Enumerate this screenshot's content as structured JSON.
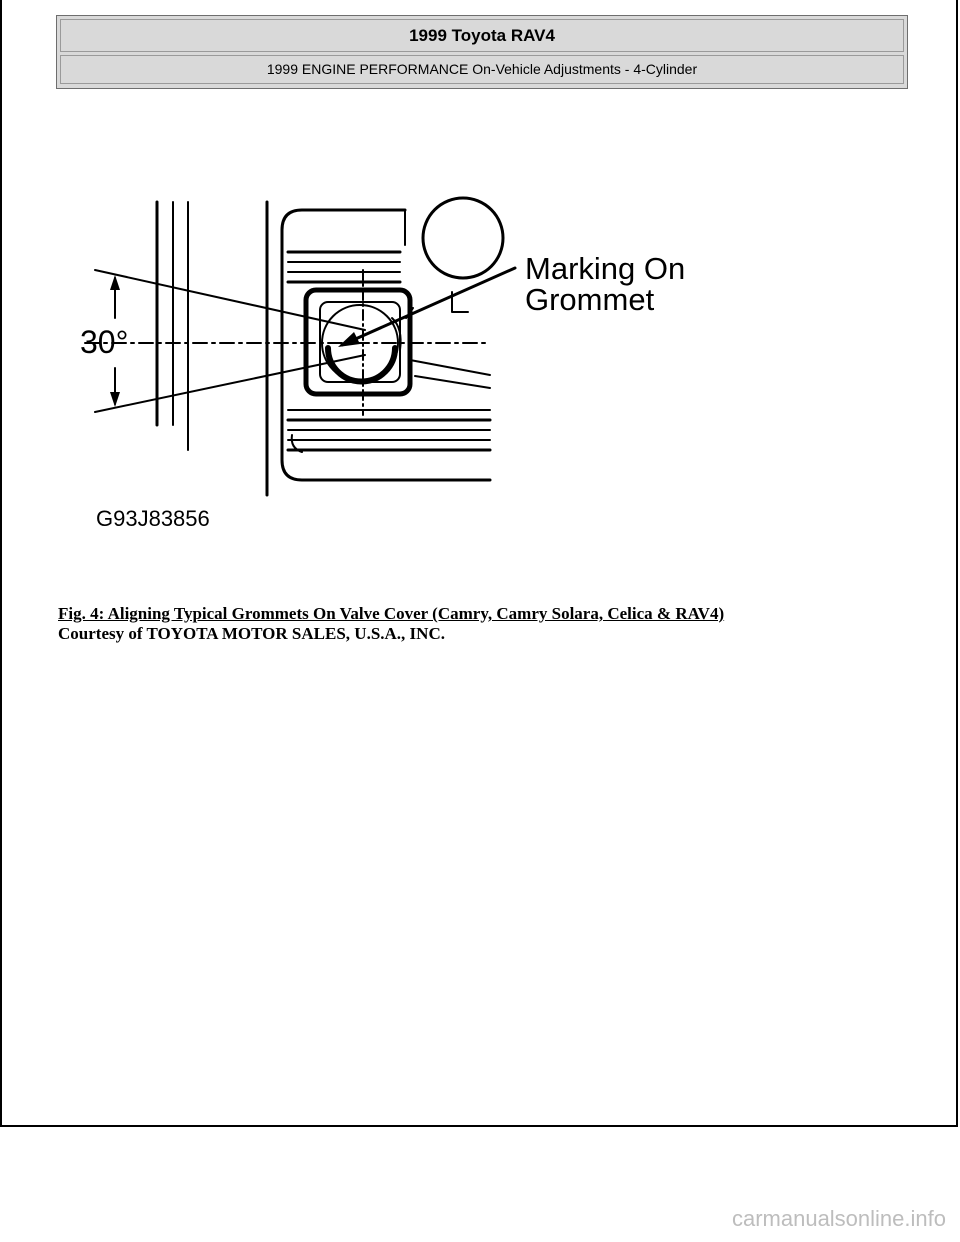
{
  "header": {
    "title": "1999 Toyota RAV4",
    "subtitle": "1999 ENGINE PERFORMANCE On-Vehicle Adjustments - 4-Cylinder"
  },
  "figure": {
    "angle_label": "30°",
    "callout_line1": "Marking On",
    "callout_line2": "Grommet",
    "figure_code": "G93J83856"
  },
  "caption": {
    "title": "Fig. 4: Aligning Typical Grommets On Valve Cover (Camry, Camry Solara, Celica & RAV4)",
    "courtesy": "Courtesy of TOYOTA MOTOR SALES, U.S.A., INC."
  },
  "watermark": "carmanualsonline.info"
}
